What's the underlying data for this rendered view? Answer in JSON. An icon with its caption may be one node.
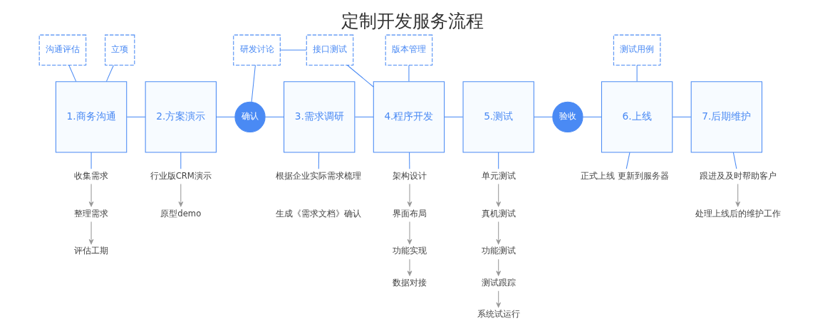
{
  "diagram": {
    "title": "定制开发服务流程",
    "nodes": [
      {
        "text": [
          "沟通评估"
        ]
      },
      {
        "text": [
          "立项"
        ]
      },
      {
        "text": [
          "研发讨论"
        ]
      },
      {
        "text": [
          "接口测试"
        ]
      },
      {
        "text": [
          "版本管理"
        ]
      },
      {
        "text": [
          "测试用例"
        ]
      },
      {
        "text": [
          "1.商务沟通"
        ]
      },
      {
        "text": [
          "2.方案演示"
        ]
      },
      {
        "text": [
          "确认"
        ]
      },
      {
        "text": [
          "3.需求调研"
        ]
      },
      {
        "text": [
          "4.程序开发"
        ]
      },
      {
        "text": [
          "5.测试"
        ]
      },
      {
        "text": [
          "验收"
        ]
      },
      {
        "text": [
          "6.上线"
        ]
      },
      {
        "text": [
          "7.后期维护"
        ]
      },
      {
        "text": [
          "收集需求"
        ]
      },
      {
        "text": [
          "整理需求"
        ]
      },
      {
        "text": [
          "评估工期"
        ]
      },
      {
        "text": [
          "行业版CRM演示"
        ]
      },
      {
        "text": [
          "原型demo"
        ]
      },
      {
        "text": [
          "根据企业实际需求梳理"
        ]
      },
      {
        "text": [
          "架构设计"
        ]
      },
      {
        "text": [
          "界面布局"
        ]
      },
      {
        "text": [
          "功能实现"
        ]
      },
      {
        "text": [
          "数据对接"
        ]
      },
      {
        "text": [
          "单元测试"
        ]
      },
      {
        "text": [
          "真机测试"
        ]
      },
      {
        "text": [
          "功能测试"
        ]
      },
      {
        "text": [
          "测试跟踪"
        ]
      },
      {
        "text": [
          "系统试运行"
        ]
      },
      {
        "text": [
          "正式上线 更新到服务器"
        ]
      },
      {
        "text": [
          "跟进及及时帮助客户"
        ]
      },
      {
        "text": [
          "处理上线后的维护工作"
        ]
      }
    ],
    "edges": [
      {
        "from": 0,
        "to": 6,
        "arrow": "none"
      },
      {
        "from": 1,
        "to": 6,
        "arrow": "none"
      },
      {
        "from": 8,
        "to": 2,
        "arrow": "none"
      },
      {
        "from": 2,
        "to": 3,
        "arrow": "none"
      },
      {
        "from": 3,
        "to": 10,
        "arrow": "none"
      },
      {
        "from": 4,
        "to": 10,
        "arrow": "none"
      },
      {
        "from": 5,
        "to": 13,
        "arrow": "none"
      },
      {
        "from": 6,
        "to": 7,
        "arrow": "none"
      },
      {
        "from": 7,
        "to": 8,
        "arrow": "none"
      },
      {
        "from": 8,
        "to": 9,
        "arrow": "none"
      },
      {
        "from": 9,
        "to": 10,
        "arrow": "none"
      },
      {
        "from": 10,
        "to": 11,
        "arrow": "none"
      },
      {
        "from": 11,
        "to": 12,
        "arrow": "none"
      },
      {
        "from": 12,
        "to": 13,
        "arrow": "none"
      },
      {
        "from": 13,
        "to": 14,
        "arrow": "none"
      },
      {
        "from": 6,
        "to": 15,
        "arrow": "none"
      },
      {
        "from": 15,
        "to": 16,
        "arrow": "to",
        "color": "#999999"
      },
      {
        "from": 16,
        "to": 17,
        "arrow": "to",
        "color": "#999999"
      },
      {
        "from": 7,
        "to": 18,
        "arrow": "none"
      },
      {
        "from": 18,
        "to": 19,
        "arrow": "to",
        "color": "#999999"
      },
      {
        "from": 9,
        "to": 20,
        "arrow": "none"
      },
      {
        "from": 10,
        "to": 21,
        "arrow": "none"
      },
      {
        "from": 21,
        "to": 22,
        "arrow": "to",
        "color": "#999999"
      },
      {
        "from": 22,
        "to": 23,
        "arrow": "to",
        "color": "#999999"
      },
      {
        "from": 23,
        "to": 24,
        "arrow": "to",
        "color": "#999999"
      },
      {
        "from": 11,
        "to": 25,
        "arrow": "none"
      },
      {
        "from": 25,
        "to": 26,
        "arrow": "to",
        "color": "#999999"
      },
      {
        "from": 26,
        "to": 27,
        "arrow": "to",
        "color": "#999999"
      },
      {
        "from": 27,
        "to": 28,
        "arrow": "to",
        "color": "#999999"
      },
      {
        "from": 28,
        "to": 29,
        "arrow": "to",
        "color": "#999999"
      },
      {
        "from": 13,
        "to": 30,
        "arrow": "none"
      },
      {
        "from": 14,
        "to": 31,
        "arrow": "none"
      },
      {
        "from": 31,
        "to": 32,
        "arrow": "to",
        "color": "#999999"
      }
    ],
    "labels": [
      "生成《需求文档》确认"
    ]
  }
}
